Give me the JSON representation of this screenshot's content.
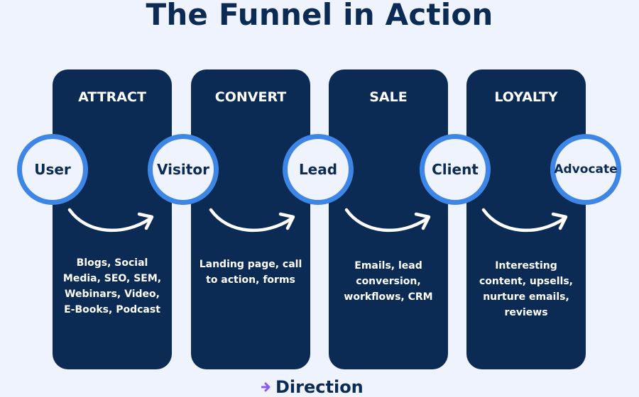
{
  "title": "The Funnel in Action",
  "stages": [
    {
      "heading": "ATTRACT",
      "description": "Blogs, Social Media, SEO, SEM, Webinars, Video, E-Books, Podcast"
    },
    {
      "heading": "CONVERT",
      "description": "Landing page, call to action, forms"
    },
    {
      "heading": "SALE",
      "description": "Emails, lead conversion, workflows, CRM"
    },
    {
      "heading": "LOYALTY",
      "description": "Interesting content, upsells, nurture emails, reviews"
    }
  ],
  "nodes": [
    "User",
    "Visitor",
    "Lead",
    "Client",
    "Advocate"
  ],
  "brand": "Direction",
  "colors": {
    "background": "#eef3fd",
    "column": "#0b2a54",
    "node_ring": "#3d86e6",
    "text_dark": "#0b2a54",
    "text_light": "#ffffff",
    "logo_mark": "#8a5cf6"
  }
}
